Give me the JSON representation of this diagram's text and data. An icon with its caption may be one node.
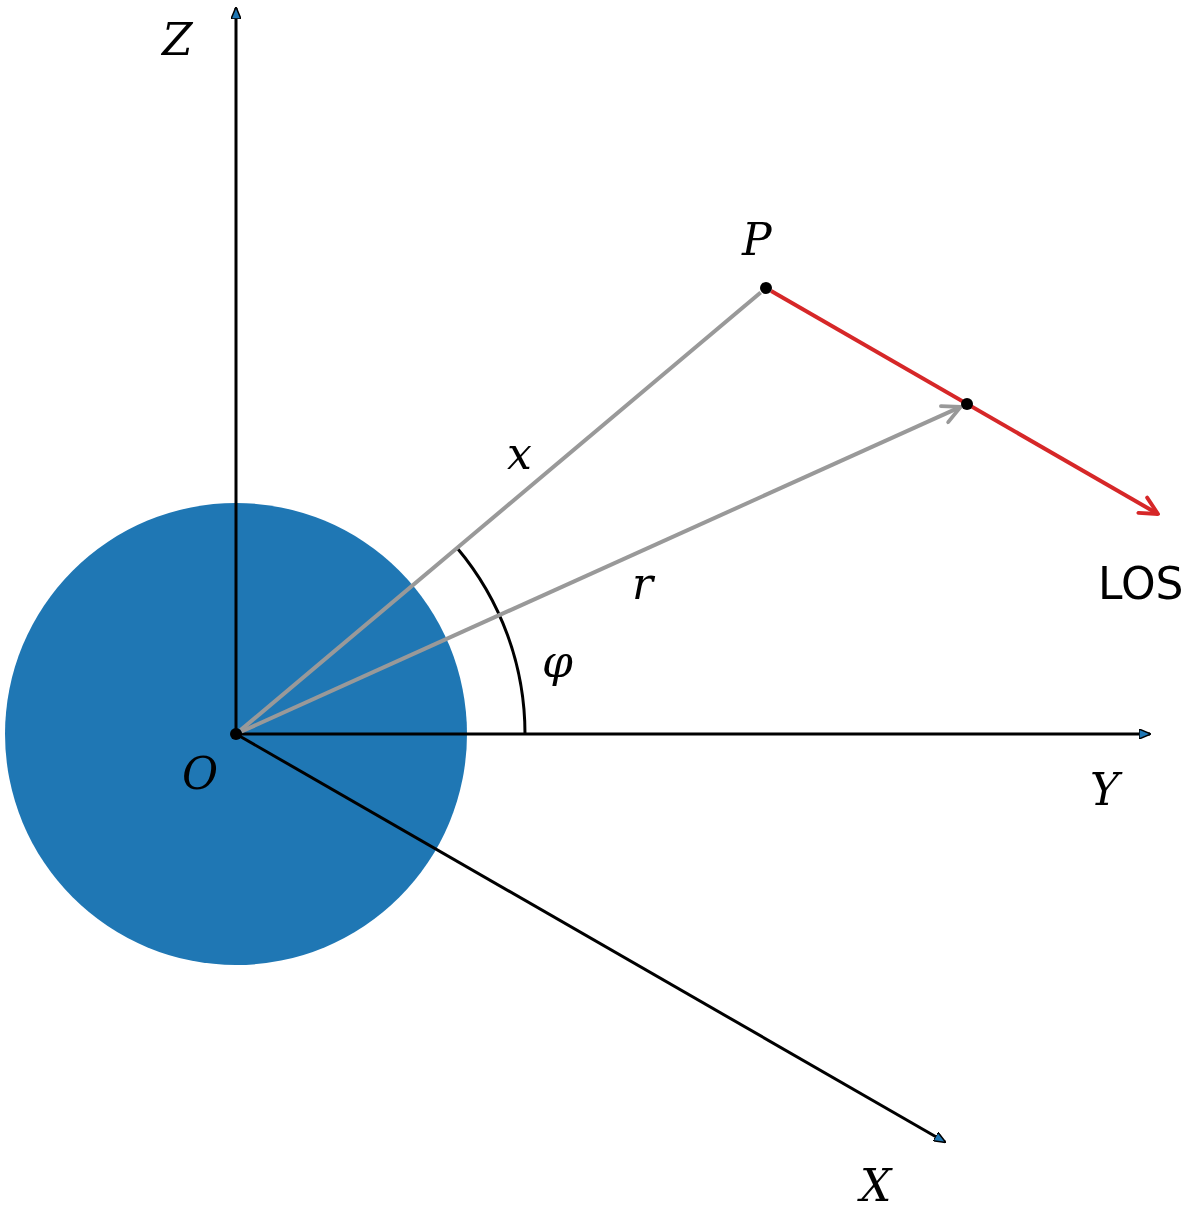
{
  "diagram": {
    "nodes": [
      {
        "text": [
          "O"
        ]
      },
      {
        "text": [
          "P"
        ]
      },
      {
        "text": [],
        "shape": "circle"
      }
    ],
    "edges": [
      {
        "from": 0,
        "to": 1,
        "arrow": "none",
        "label": "x"
      },
      {
        "from": 0,
        "to": 2,
        "arrow": "to",
        "label": "r"
      },
      {
        "from": 1,
        "to": null,
        "arrow": "to",
        "color": "#d62728"
      }
    ],
    "labels": [
      "Z",
      "φ",
      "LOS",
      "Y",
      "X"
    ]
  }
}
